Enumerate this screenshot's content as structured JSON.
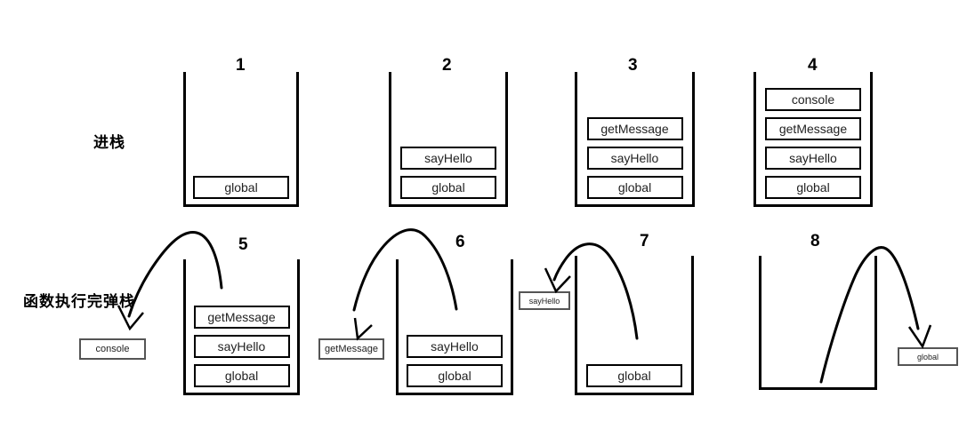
{
  "labels": {
    "push": "进栈",
    "pop": "函数执行完弹栈"
  },
  "stacks": [
    {
      "num": "1",
      "frames": [
        "global"
      ],
      "popped": null
    },
    {
      "num": "2",
      "frames": [
        "sayHello",
        "global"
      ],
      "popped": null
    },
    {
      "num": "3",
      "frames": [
        "getMessage",
        "sayHello",
        "global"
      ],
      "popped": null
    },
    {
      "num": "4",
      "frames": [
        "console",
        "getMessage",
        "sayHello",
        "global"
      ],
      "popped": null
    },
    {
      "num": "5",
      "frames": [
        "getMessage",
        "sayHello",
        "global"
      ],
      "popped": "console"
    },
    {
      "num": "6",
      "frames": [
        "sayHello",
        "global"
      ],
      "popped": "getMessage"
    },
    {
      "num": "7",
      "frames": [
        "global"
      ],
      "popped": "sayHello"
    },
    {
      "num": "8",
      "frames": [],
      "popped": "global"
    }
  ]
}
